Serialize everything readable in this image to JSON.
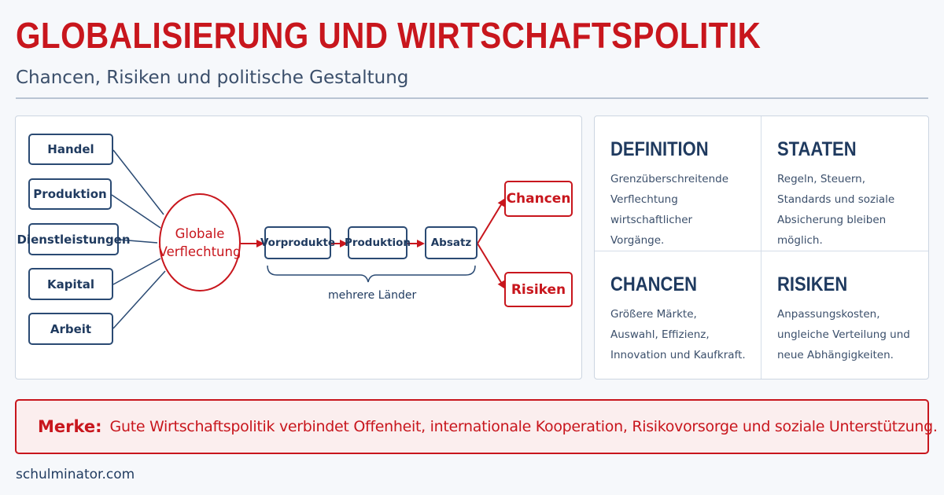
{
  "header": {
    "title": "GLOBALISIERUNG UND WIRTSCHAFTSPOLITIK",
    "subtitle": "Chancen, Risiken und politische Gestaltung"
  },
  "diagram": {
    "inputs": [
      "Handel",
      "Produktion",
      "Dienstleistungen",
      "Kapital",
      "Arbeit"
    ],
    "center_line1": "Globale",
    "center_line2": "Verflechtung",
    "chain": [
      "Vorprodukte",
      "Produktion",
      "Absatz"
    ],
    "chain_brace_label": "mehrere Länder",
    "outcomes": [
      "Chancen",
      "Risiken"
    ]
  },
  "info": {
    "definition": {
      "title": "DEFINITION",
      "text": "Grenzüberschreitende Verflechtung wirtschaftlicher Vorgänge."
    },
    "staaten": {
      "title": "STAATEN",
      "text": "Regeln, Steuern, Standards und soziale Absicherung bleiben möglich."
    },
    "chancen": {
      "title": "CHANCEN",
      "text": "Größere Märkte, Auswahl, Effizienz, Innovation und Kaufkraft."
    },
    "risiken": {
      "title": "RISIKEN",
      "text": "Anpassungskosten, ungleiche Verteilung und neue Abhängigkeiten."
    }
  },
  "merke": {
    "label": "Merke:",
    "text": "Gute Wirtschaftspolitik verbindet Offenheit, internationale Kooperation, Risikovorsorge und soziale Unterstützung."
  },
  "footer": {
    "site": "schulminator.com"
  },
  "colors": {
    "accent": "#c8161d",
    "navy": "#1f3a5f"
  }
}
